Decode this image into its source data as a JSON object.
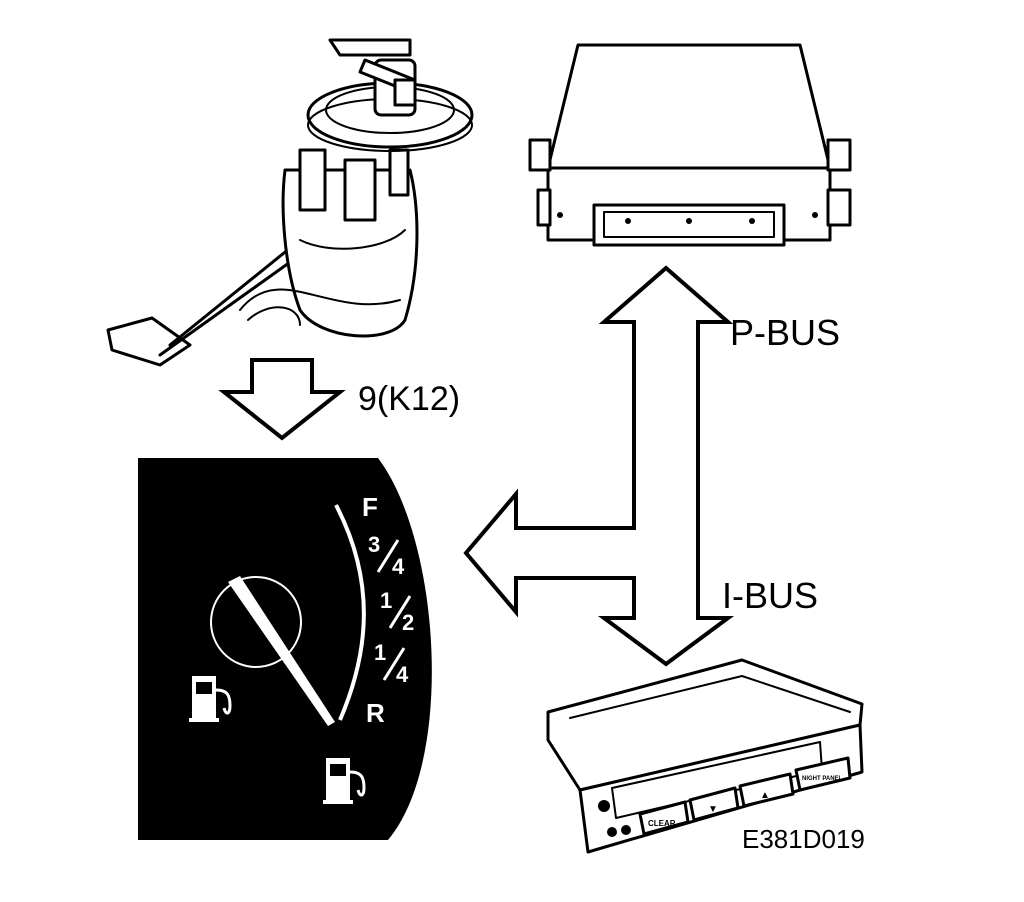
{
  "labels": {
    "pbus": "P-BUS",
    "ibus": "I-BUS",
    "sensor_wire": "9(K12)",
    "figure_code": "E381D019"
  },
  "gauge": {
    "scale_full": "F",
    "scale_three_quarter_num": "3",
    "scale_three_quarter_den": "4",
    "scale_half_num": "1",
    "scale_half_den": "2",
    "scale_quarter_num": "1",
    "scale_quarter_den": "4",
    "scale_reserve": "R"
  },
  "display_panel": {
    "clear_button": "CLEAR",
    "right_button": "NIGHT PANEL"
  },
  "icons": {
    "fuel": "fuel-pump-icon"
  },
  "colors": {
    "ink": "#000000",
    "paper": "#ffffff"
  }
}
